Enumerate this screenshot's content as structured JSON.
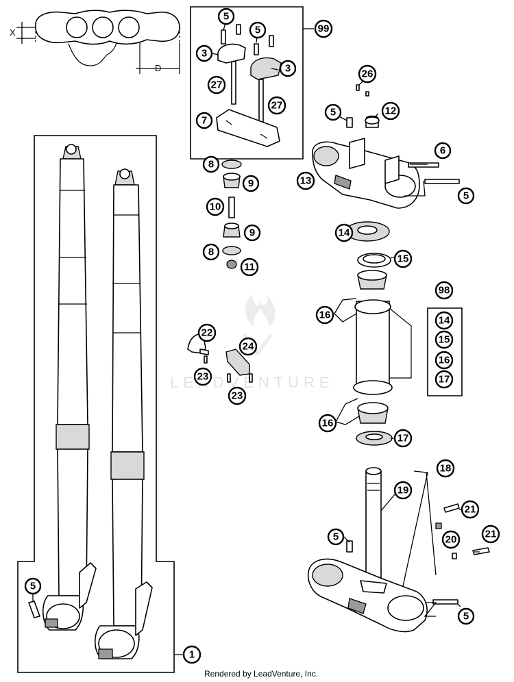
{
  "dimensions": {
    "x": "X",
    "d": "D"
  },
  "watermark": "LEADVENTURE",
  "credit": "Rendered by LeadVenture, Inc.",
  "callouts": {
    "c99": "99",
    "c98": "98",
    "c1": "1",
    "c5a": "5",
    "c5b": "5",
    "c5c": "5",
    "c5d": "5",
    "c5e": "5",
    "c5f": "5",
    "c5g": "5",
    "c3a": "3",
    "c3b": "3",
    "c27a": "27",
    "c27b": "27",
    "c7": "7",
    "c26": "26",
    "c12": "12",
    "c6": "6",
    "c13": "13",
    "c8a": "8",
    "c8b": "8",
    "c9a": "9",
    "c9b": "9",
    "c10": "10",
    "c11": "11",
    "c14a": "14",
    "c14b": "14",
    "c15a": "15",
    "c15b": "15",
    "c16a": "16",
    "c16b": "16",
    "c16c": "16",
    "c17a": "17",
    "c17b": "17",
    "c22": "22",
    "c23a": "23",
    "c23b": "23",
    "c24": "24",
    "c18": "18",
    "c19": "19",
    "c20": "20",
    "c21a": "21",
    "c21b": "21"
  }
}
